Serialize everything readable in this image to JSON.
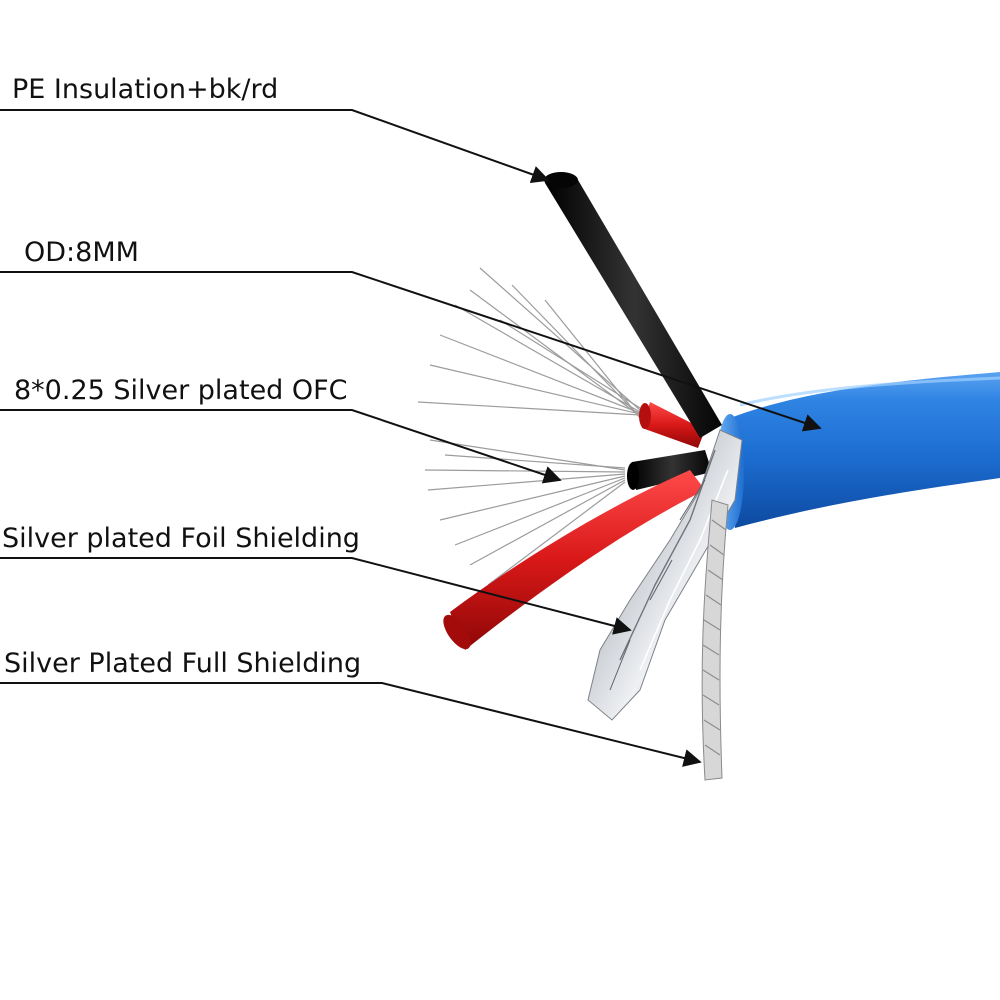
{
  "callouts": [
    {
      "label": "PE Insulation+bk/rd",
      "points_to": "black-insulated-core"
    },
    {
      "label": "OD:8MM",
      "points_to": "outer-jacket"
    },
    {
      "label": "8*0.25 Silver plated OFC",
      "points_to": "conductor-strands"
    },
    {
      "label": "Silver plated Foil Shielding",
      "points_to": "foil-shield"
    },
    {
      "label": "Silver Plated Full Shielding",
      "points_to": "braided-shield"
    }
  ],
  "colors": {
    "jacket": "#1e6fd0",
    "jacket_dark": "#0d4fa6",
    "core_black": "#151515",
    "core_red": "#d61a1a",
    "foil": "#c9ccd1",
    "strand": "#9a9a9a",
    "leader": "#111111"
  }
}
